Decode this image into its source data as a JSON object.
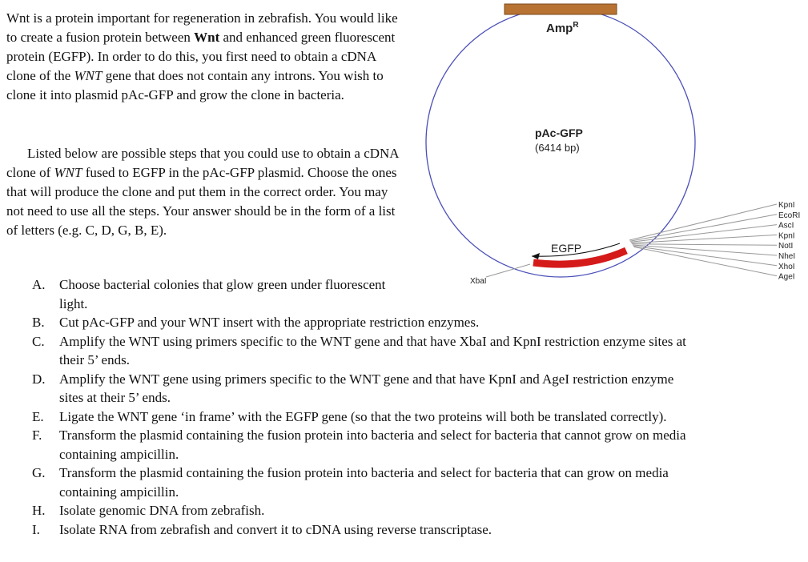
{
  "intro": {
    "part1": "Wnt is a protein important for regeneration in zebrafish. You would like to create a fusion protein between ",
    "bold": "Wnt",
    "part2": " and enhanced green fluorescent protein (EGFP). In order to do this, you first need to obtain a cDNA clone of the ",
    "italic": "WNT",
    "part3": " gene that does not contain any introns. You wish to clone it into plasmid pAc-GFP and grow the clone in bacteria."
  },
  "instructions": {
    "part1": "Listed below are possible steps that you could use to obtain a cDNA clone of ",
    "italic": "WNT",
    "part2": " fused to EGFP in the pAc-GFP plasmid. Choose the ones that will produce the clone and put them in the correct order. You may not need to use all the steps. Your answer should be in the form of a list of letters (e.g. C, D, G, B, E)."
  },
  "steps": [
    {
      "letter": "A.",
      "text": "Choose bacterial colonies that glow green under fluorescent light."
    },
    {
      "letter": "B.",
      "text": "Cut pAc-GFP and your WNT insert with the appropriate restriction enzymes."
    },
    {
      "letter": "C.",
      "text": "Amplify the WNT using primers specific to the WNT gene and that have XbaI and KpnI restriction enzyme sites at their 5’ ends."
    },
    {
      "letter": "D.",
      "text": "Amplify the WNT gene using primers specific to the WNT gene and that have KpnI and AgeI restriction enzyme sites at their 5’ ends."
    },
    {
      "letter": "E.",
      "text": "Ligate the WNT gene ‘in frame’ with the EGFP gene (so that the two proteins will both be translated correctly)."
    },
    {
      "letter": "F.",
      "text": "Transform the plasmid containing the fusion protein into bacteria and select for bacteria that cannot grow on media containing ampicillin."
    },
    {
      "letter": "G.",
      "text": "Transform the plasmid containing the fusion protein into bacteria and select for bacteria that can grow on media containing ampicillin."
    },
    {
      "letter": "H.",
      "text": "Isolate genomic DNA from zebrafish."
    },
    {
      "letter": "I.",
      "text": "Isolate RNA from zebrafish and convert it to cDNA using reverse transcriptase."
    }
  ],
  "plasmid": {
    "name": "pAc-GFP",
    "size": "(6414 bp)",
    "amp_label": "Amp",
    "amp_superscript": "R",
    "egfp_label": "EGFP",
    "xbai_label": "XbaI",
    "mcs_sites": [
      "KpnI",
      "EcoRI",
      "AscI",
      "KpnI",
      "NotI",
      "NheI",
      "XhoI",
      "AgeI"
    ],
    "colors": {
      "circle": "#4a4fb8",
      "amp_box": "#b87333",
      "egfp_arc": "#d51a1a",
      "lines": "#999999"
    }
  }
}
